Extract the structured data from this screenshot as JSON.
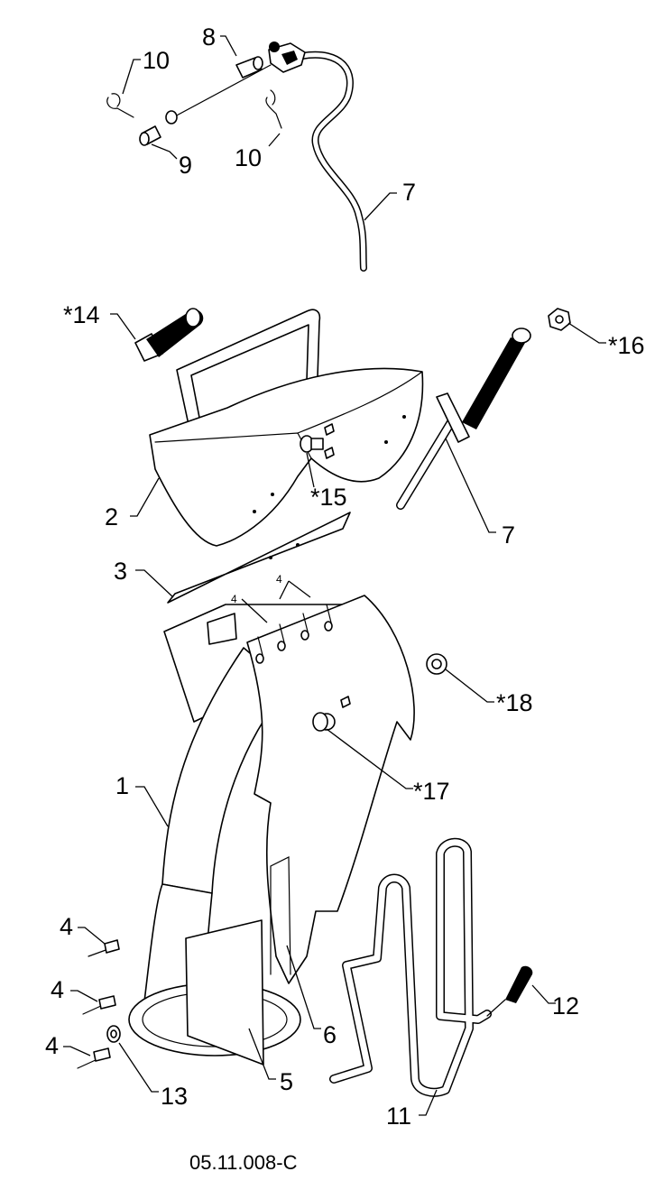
{
  "figure_id": "05.11.008-C",
  "callouts": {
    "c1": "1",
    "c2": "2",
    "c3": "3",
    "c4a": "4",
    "c4b": "4",
    "c4c": "4",
    "c4d": "4",
    "c4e": "4",
    "c5": "5",
    "c6": "6",
    "c7a": "7",
    "c7b": "7",
    "c8": "8",
    "c9": "9",
    "c10a": "10",
    "c10b": "10",
    "c11": "11",
    "c12": "12",
    "c13": "13",
    "c14": "*14",
    "c15": "*15",
    "c16": "*16",
    "c17": "*17",
    "c18": "*18"
  }
}
